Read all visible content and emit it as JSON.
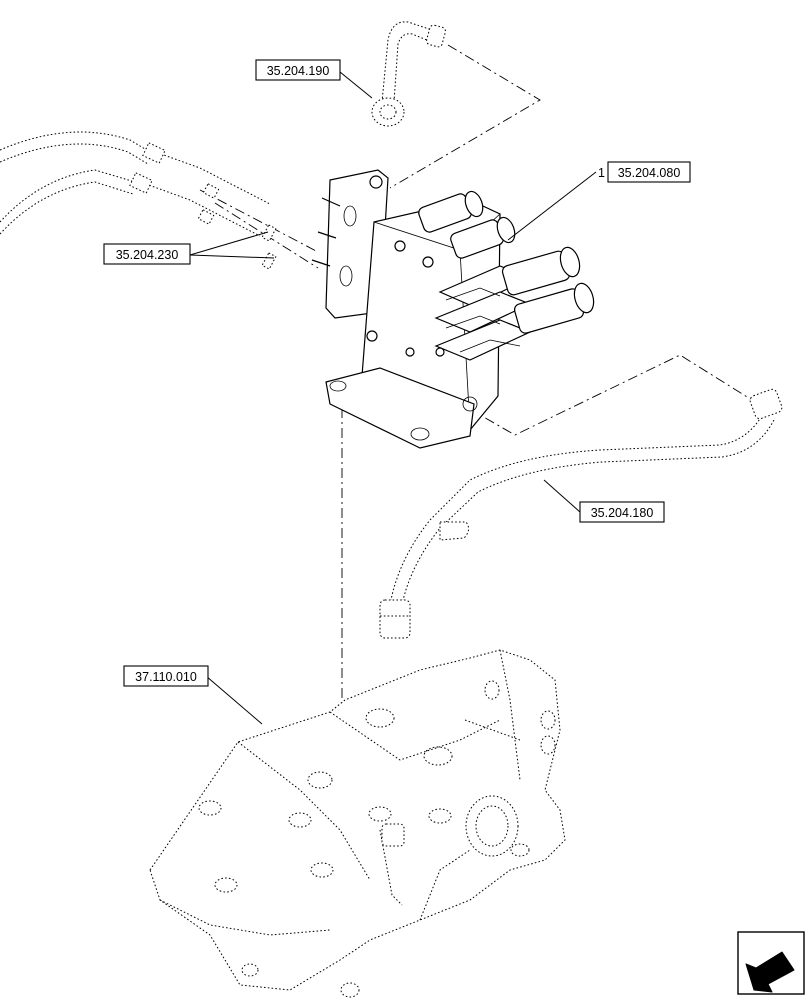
{
  "callouts": {
    "top_pipe": "35.204.190",
    "valve_index": "1",
    "valve": "35.204.080",
    "couplers": "35.204.230",
    "return_pipe": "35.204.180",
    "lift_cover": "37.110.010"
  },
  "nav_icon": "arrow-down-left-icon"
}
